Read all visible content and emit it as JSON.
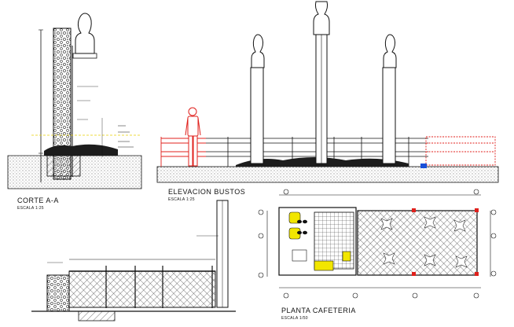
{
  "titles": {
    "corte": "CORTE A-A",
    "corte_scale": "ESCALA 1:25",
    "elevacion": "ELEVACION BUSTOS",
    "elevacion_scale": "ESCALA 1:25",
    "planta": "PLANTA CAFETERIA",
    "planta_scale": "ESCALA 1/50"
  },
  "colors": {
    "line": "#111111",
    "red": "#e0201c",
    "yellow": "#f2e600",
    "blue": "#1a4fd8",
    "ground": "#2a2a2a"
  }
}
